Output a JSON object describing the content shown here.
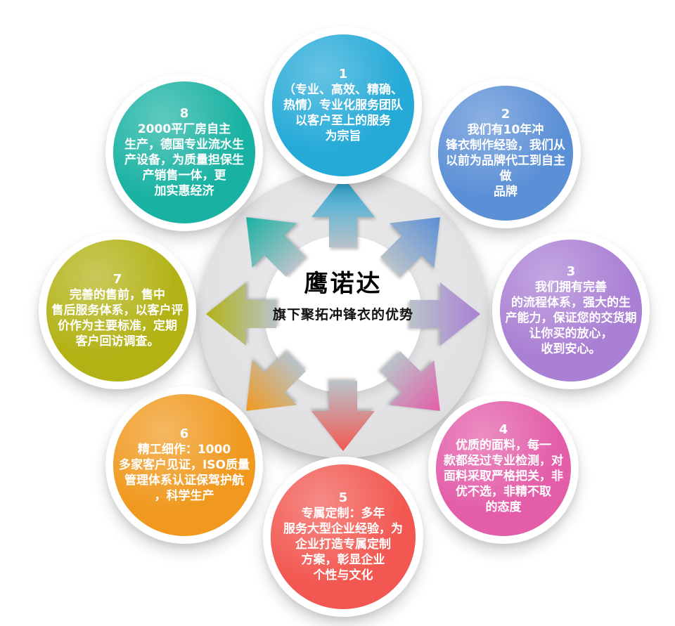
{
  "center": {
    "title": "鹰诺达",
    "subtitle": "旗下聚拓冲锋衣的优势"
  },
  "items": [
    {
      "number": "1",
      "color": "#25aad8",
      "text": "（专业、高效、精确、\n热情）专业化服务团队\n以客户至上的服务\n为宗旨"
    },
    {
      "number": "2",
      "color": "#5b8fd6",
      "text": "我们有10年冲\n锋衣制作经验，我们从\n以前为品牌代工到自主做\n品牌"
    },
    {
      "number": "3",
      "color": "#aa80d4",
      "text": "我们拥有完善\n的流程体系，强大的生\n产能力，保证您的交货期\n让你买的放心，\n收到安心。"
    },
    {
      "number": "4",
      "color": "#e35da8",
      "text": "优质的面料，每一\n款都经过专业检测，对\n面料采取严格把关，非\n优不选，非精不取\n的态度"
    },
    {
      "number": "5",
      "color": "#f25851",
      "text": "专属定制：多年\n服务大型企业经验，为\n企业打造专属定制\n方案，彰显企业\n个性与文化"
    },
    {
      "number": "6",
      "color": "#f0991e",
      "text": "精工细作：1000\n多家客户见证，ISO质量\n管理体系认证保驾护航\n，科学生产"
    },
    {
      "number": "7",
      "color": "#b2b215",
      "text": "完善的售前，售中\n售后服务体系，以客户评\n价作为主要标准，定期\n客户回访调查。"
    },
    {
      "number": "8",
      "color": "#19b2a2",
      "text": "2000平厂房自主\n生产，德国专业流水生\n产设备，为质量担保生\n产销售一体，更\n加实惠经济"
    }
  ],
  "arrow_tail_color": "#b9c3ca"
}
